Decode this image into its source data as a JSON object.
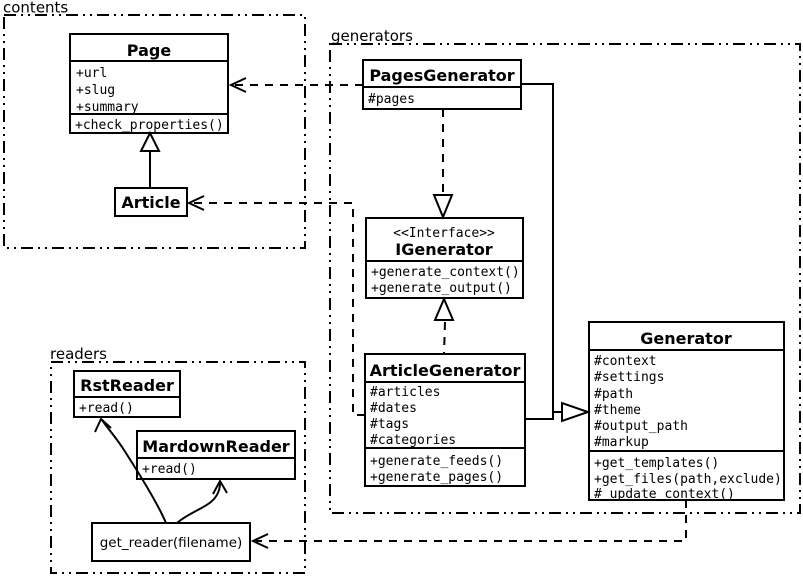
{
  "diagram_title": "Pelican content/generator/reader UML class diagram",
  "colors": {
    "line": "#000000",
    "background": "#ffffff"
  },
  "packages": {
    "contents": {
      "label": "contents"
    },
    "generators": {
      "label": "generators"
    },
    "readers": {
      "label": "readers"
    }
  },
  "classes": {
    "page": {
      "title": "Page",
      "attributes": [
        "+url",
        "+slug",
        "+summary"
      ],
      "methods": [
        "+check_properties()"
      ]
    },
    "article": {
      "title": "Article"
    },
    "pages_generator": {
      "title": "PagesGenerator",
      "attributes": [
        "#pages"
      ]
    },
    "igenerator": {
      "stereotype": "<<Interface>>",
      "title": "IGenerator",
      "methods": [
        "+generate_context()",
        "+generate_output()"
      ]
    },
    "article_generator": {
      "title": "ArticleGenerator",
      "attributes": [
        "#articles",
        "#dates",
        "#tags",
        "#categories"
      ],
      "methods": [
        "+generate_feeds()",
        "+generate_pages()"
      ]
    },
    "generator": {
      "title": "Generator",
      "attributes": [
        "#context",
        "#settings",
        "#path",
        "#theme",
        "#output_path",
        "#markup"
      ],
      "methods": [
        "+get_templates()",
        "+get_files(path,exclude)",
        "#_update_context()"
      ]
    },
    "rst_reader": {
      "title": "RstReader",
      "methods": [
        "+read()"
      ]
    },
    "mardown_reader": {
      "title": "MardownReader",
      "methods": [
        "+read()"
      ]
    },
    "get_reader": {
      "label": "get_reader(filename)"
    }
  },
  "relations": {
    "pagesgenerator_uses_page": "dashed dependency, open arrowhead into Page",
    "articlegenerator_uses_article": "dashed dependency, open arrowhead into Article",
    "pagesgenerator_implements_igenerator": "dashed realization, hollow triangle at IGenerator",
    "articlegenerator_implements_igenerator": "dashed realization, hollow triangle at IGenerator",
    "generators_extend_generator": "solid generalization, hollow triangle at Generator",
    "generator_uses_get_reader": "dashed dependency, open arrowhead into get_reader",
    "get_reader_to_rstreader": "solid curved arrow",
    "get_reader_to_mardownreader": "solid curved arrow"
  }
}
